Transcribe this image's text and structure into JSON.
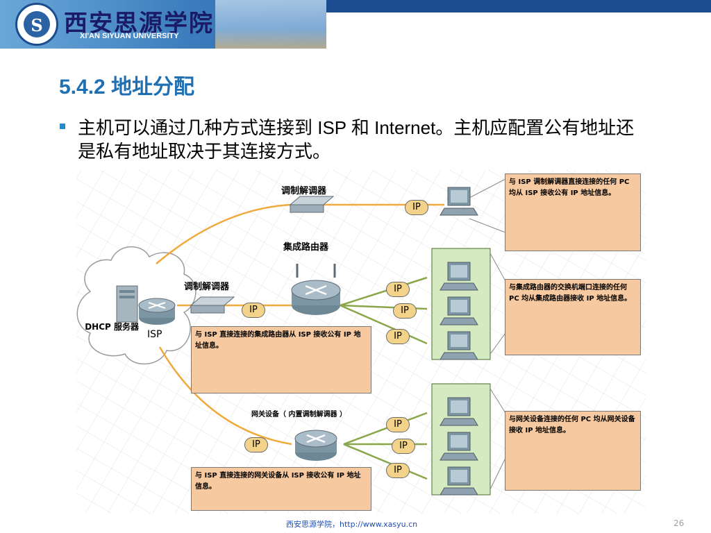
{
  "header": {
    "logo_text": "西安思源学院",
    "logo_subtitle": "XI'AN SIYUAN UNIVERSITY"
  },
  "slide": {
    "title": "5.4.2 地址分配",
    "bullet": "主机可以通过几种方式连接到 ISP 和 Internet。主机应配置公有地址还是私有地址取决于其连接方式。"
  },
  "diagram": {
    "label_modem_top": "调制解调器",
    "label_router": "集成路由器",
    "label_modem_mid": "调制解调器",
    "label_dhcp": "DHCP 服务器",
    "label_isp": "ISP",
    "label_gateway": "网关设备（ 内置调制解调器 ）",
    "ip_label": "IP",
    "note_isp_modem": "与 ISP 调制解调器直接连接的任何 PC 均从 ISP 接收公有 IP 地址信息。",
    "note_router_isp": "与 ISP 直接连接的集成路由器从 ISP 接收公有 IP 地址信息。",
    "note_router_switch": "与集成路由器的交换机端口连接的任何 PC 均从集成路由器接收 IP 地址信息。",
    "note_gateway_pc": "与网关设备连接的任何 PC 均从网关设备接收 IP 地址信息。",
    "note_gateway_isp": "与 ISP 直接连接的网关设备从 ISP 接收公有 IP 地址信息。"
  },
  "footer": {
    "link": "西安思源学院，http://www.xasyu.cn",
    "page": "26"
  },
  "colors": {
    "title_blue": "#1f6fb3",
    "note_fill": "#f6c9a0",
    "green_fill": "#d5eac0",
    "orange_line": "#f0a93c",
    "green_line": "#8aa64a"
  }
}
